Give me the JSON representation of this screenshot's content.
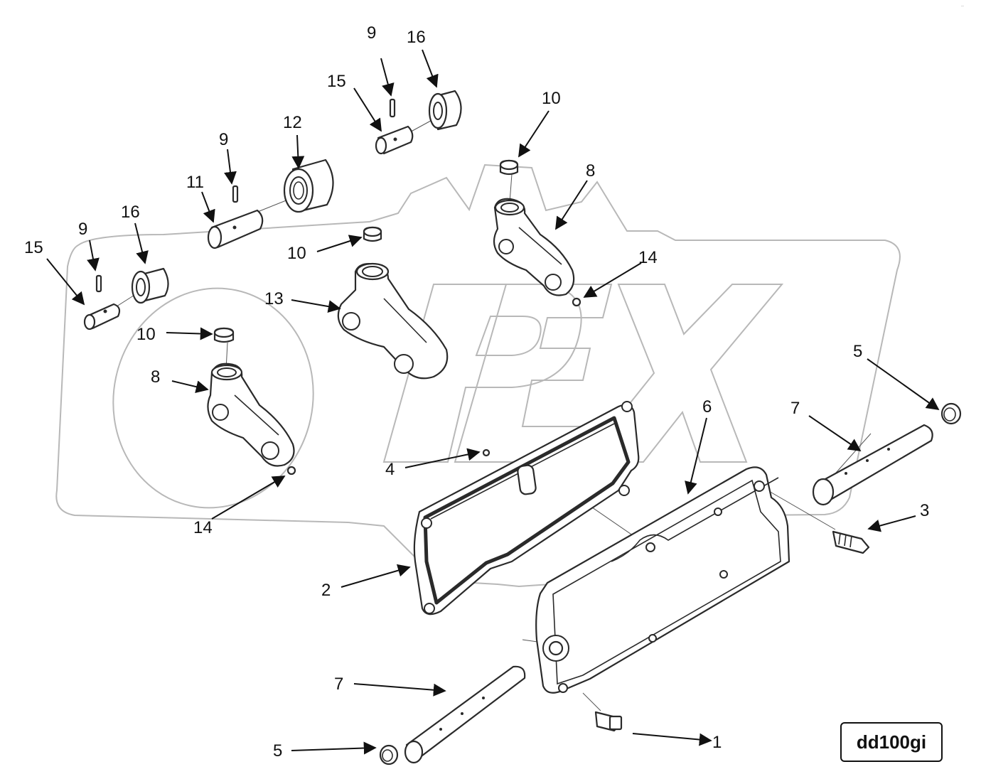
{
  "watermark": "OPEX",
  "drawing_code": "dd100gi",
  "corner_mark": "..",
  "callouts": [
    {
      "id": "c1",
      "label": "1"
    },
    {
      "id": "c2",
      "label": "2"
    },
    {
      "id": "c3",
      "label": "3"
    },
    {
      "id": "c4",
      "label": "4"
    },
    {
      "id": "c5a",
      "label": "5"
    },
    {
      "id": "c5b",
      "label": "5"
    },
    {
      "id": "c6",
      "label": "6"
    },
    {
      "id": "c7a",
      "label": "7"
    },
    {
      "id": "c7b",
      "label": "7"
    },
    {
      "id": "c8a",
      "label": "8"
    },
    {
      "id": "c8b",
      "label": "8"
    },
    {
      "id": "c9a",
      "label": "9"
    },
    {
      "id": "c9b",
      "label": "9"
    },
    {
      "id": "c9c",
      "label": "9"
    },
    {
      "id": "c10a",
      "label": "10"
    },
    {
      "id": "c10b",
      "label": "10"
    },
    {
      "id": "c10c",
      "label": "10"
    },
    {
      "id": "c11",
      "label": "11"
    },
    {
      "id": "c12",
      "label": "12"
    },
    {
      "id": "c13",
      "label": "13"
    },
    {
      "id": "c14a",
      "label": "14"
    },
    {
      "id": "c14b",
      "label": "14"
    },
    {
      "id": "c15a",
      "label": "15"
    },
    {
      "id": "c15b",
      "label": "15"
    },
    {
      "id": "c16a",
      "label": "16"
    },
    {
      "id": "c16b",
      "label": "16"
    }
  ]
}
